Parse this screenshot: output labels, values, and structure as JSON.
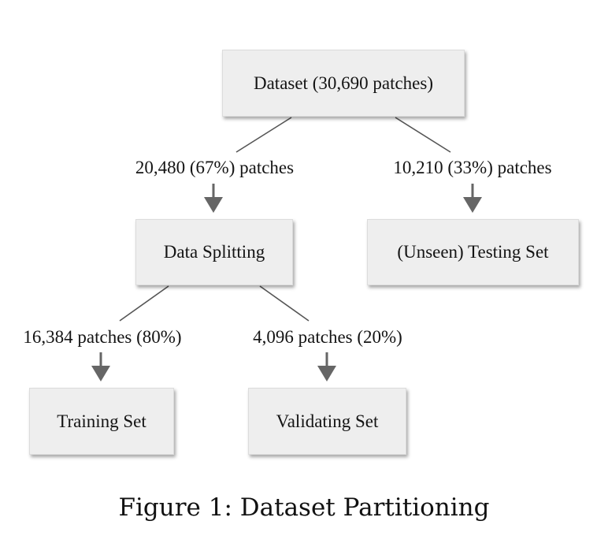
{
  "nodes": {
    "dataset": "Dataset (30,690 patches)",
    "data_splitting": "Data Splitting",
    "testing_set": "(Unseen) Testing Set",
    "training_set": "Training Set",
    "validating_set": "Validating Set"
  },
  "edges": {
    "to_splitting": "20,480 (67%) patches",
    "to_testing": "10,210 (33%) patches",
    "to_training": "16,384 patches (80%)",
    "to_validating": "4,096 patches (20%)"
  },
  "caption": "Figure 1: Dataset Partitioning",
  "colors": {
    "box_fill": "#eeeeee",
    "connector": "#555555",
    "arrow": "#666666"
  }
}
